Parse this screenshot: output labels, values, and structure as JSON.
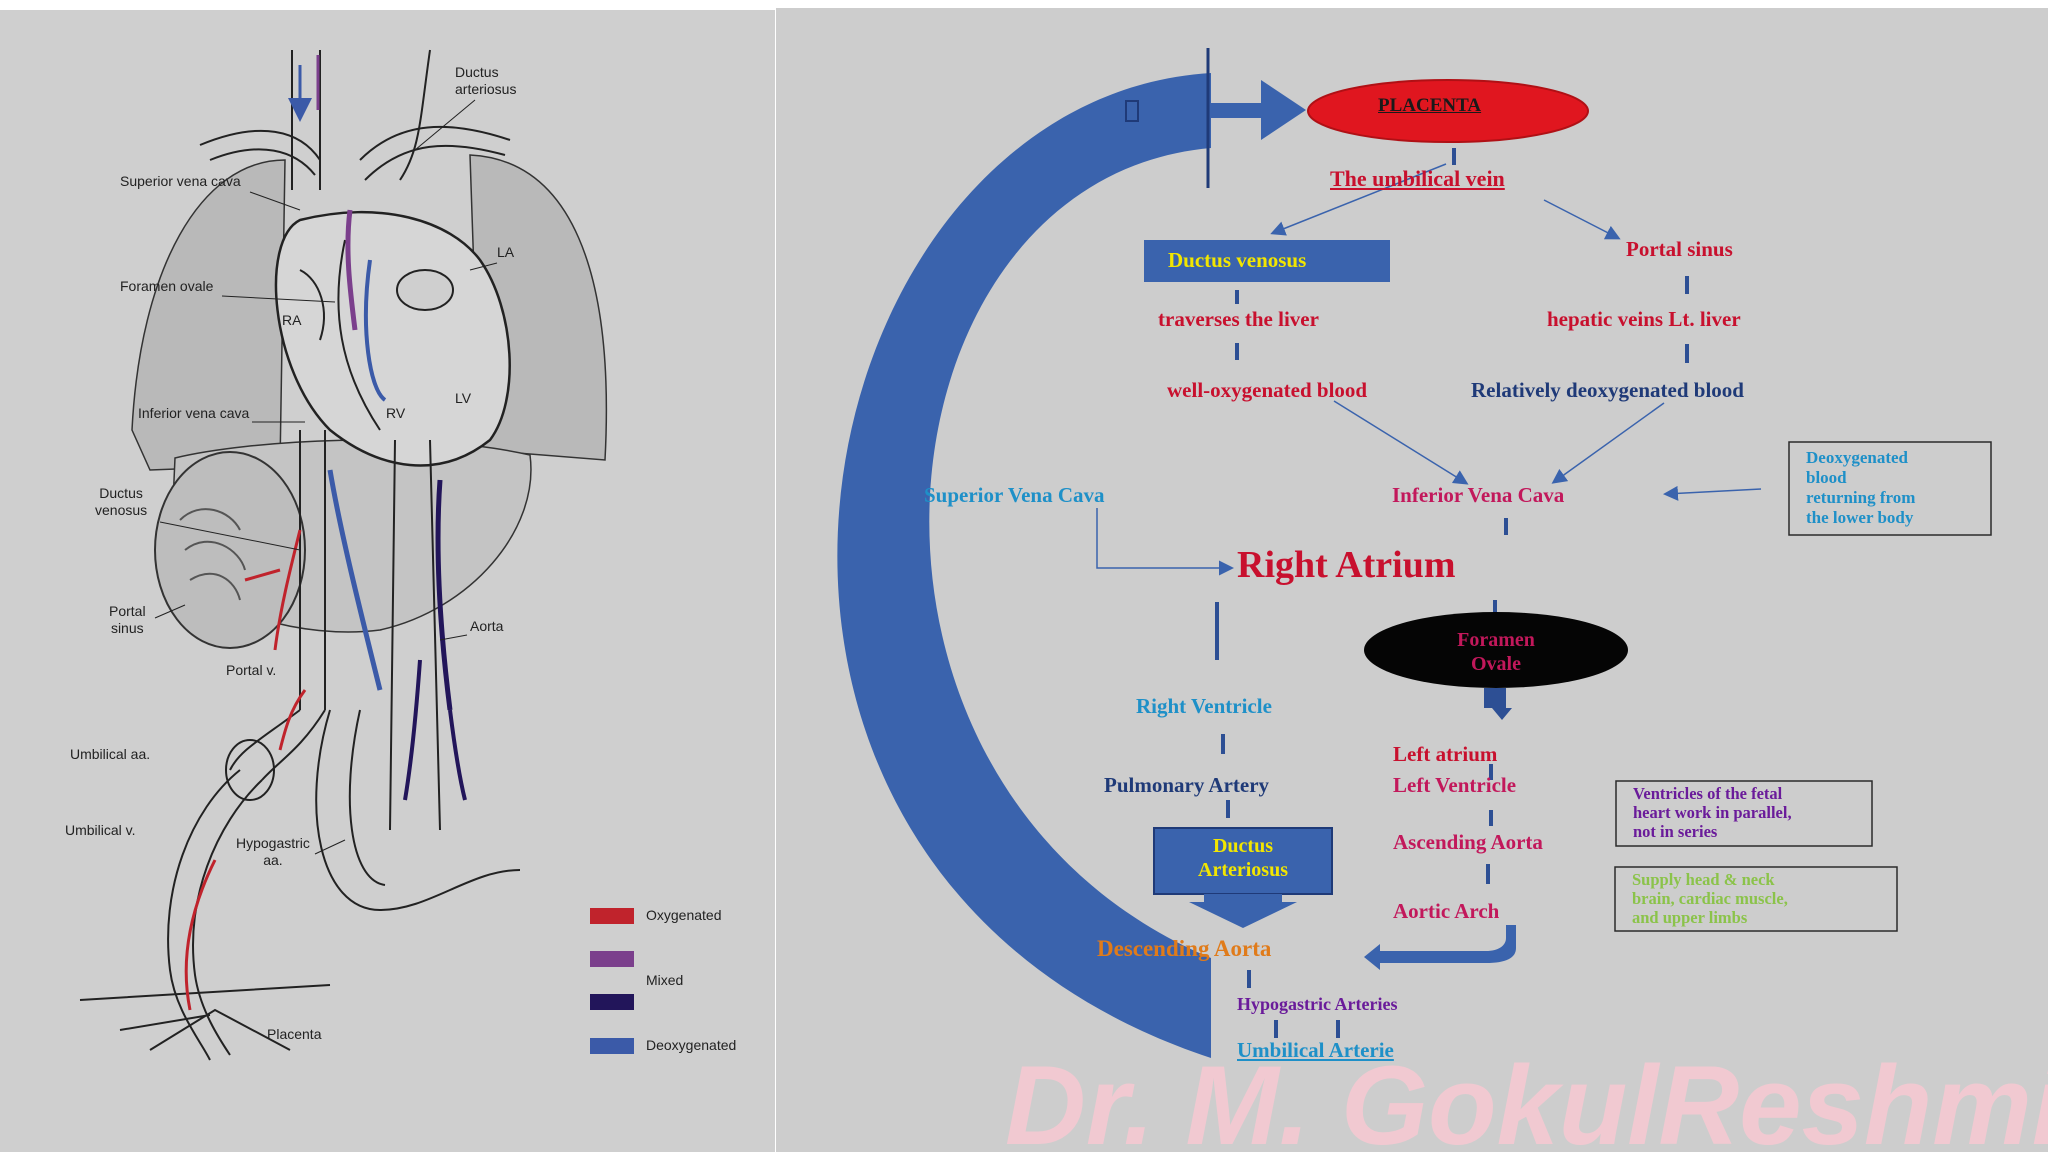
{
  "anatomy": {
    "labels": {
      "ductus_arteriosus": "Ductus\narteriosus",
      "superior_vena_cava": "Superior vena cava",
      "la": "LA",
      "foramen_ovale": "Foramen ovale",
      "ra": "RA",
      "lv": "LV",
      "rv": "RV",
      "inferior_vena_cava": "Inferior vena cava",
      "ductus_venosus": "Ductus\nvenosus",
      "portal_sinus": "Portal\nsinus",
      "aorta": "Aorta",
      "portal_v": "Portal v.",
      "umbilical_aa": "Umbilical aa.",
      "umbilical_v": "Umbilical v.",
      "hypogastric_aa": "Hypogastric\naa.",
      "placenta": "Placenta"
    },
    "legend": [
      {
        "label": "Oxygenated",
        "color": "#c0232c"
      },
      {
        "label": "Mixed",
        "color": "#7b3f8c",
        "color2": "#22155a"
      },
      {
        "label": "Deoxygenated",
        "color": "#3b5aa8"
      }
    ]
  },
  "flowchart": {
    "placenta": "PLACENTA",
    "umbilical_vein": "The umbilical vein",
    "ductus_venosus": "Ductus venosus",
    "portal_sinus": "Portal sinus",
    "traverses_liver": "traverses the liver",
    "hepatic_veins": "hepatic veins Lt. liver",
    "well_oxygenated": "well-oxygenated blood",
    "relatively_deoxygenated": "Relatively deoxygenated blood",
    "superior_vena_cava": "Superior Vena Cava",
    "inferior_vena_cava": "Inferior Vena Cava",
    "deoxygenated_note": "Deoxygenated\nblood\nreturning from\nthe lower body",
    "right_atrium": "Right Atrium",
    "foramen_ovale": "Foramen\nOvale",
    "right_ventricle": "Right Ventricle",
    "pulmonary_artery": "Pulmonary Artery",
    "ductus_arteriosus": "Ductus\nArteriosus",
    "left_atrium": "Left atrium",
    "left_ventricle": "Left Ventricle",
    "ventricles_note": "Ventricles of the fetal\nheart work in parallel,\nnot in series",
    "ascending_aorta": "Ascending Aorta",
    "supply_note": "Supply head & neck\nbrain, cardiac muscle,\nand upper limbs",
    "aortic_arch": "Aortic Arch",
    "descending_aorta": "Descending Aorta",
    "hypogastric_arteries": "Hypogastric Arteries",
    "umbilical_arterie": "Umbilical Arterie"
  },
  "watermark": "Dr. M. GokulReshmi",
  "colors": {
    "red": "#c8102e",
    "navy": "#1f3a78",
    "blue_box": "#3a63ad",
    "cyan": "#1e90c8",
    "magenta": "#c2185b",
    "purple": "#6a1b9a",
    "orange": "#e07b1a",
    "green": "#8bc34a",
    "yellow": "#f2e600"
  }
}
